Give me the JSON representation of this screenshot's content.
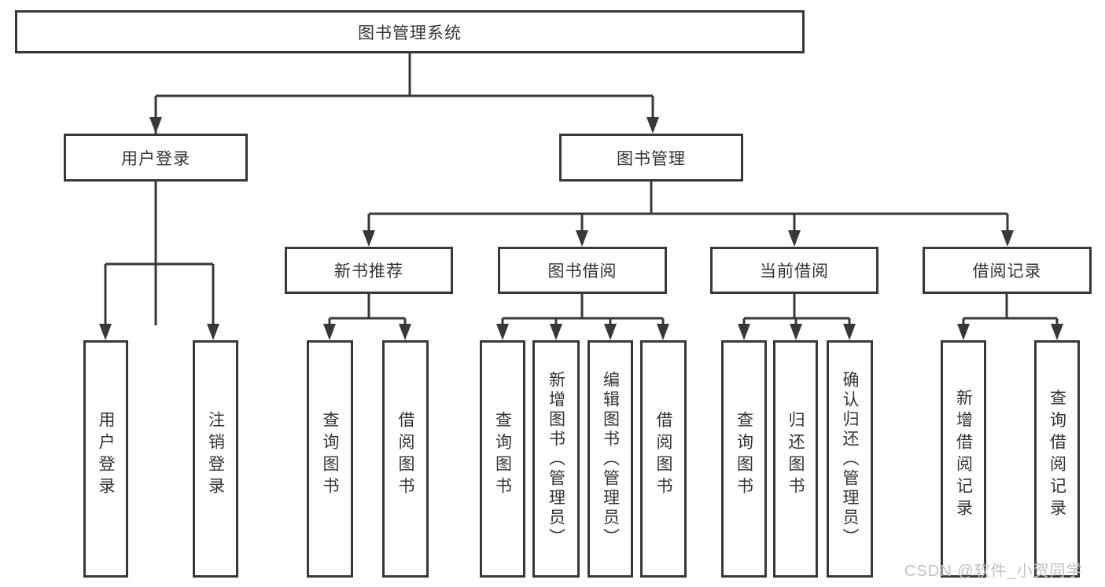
{
  "diagram": {
    "root_label": "图书管理系统",
    "level2": [
      "用户登录",
      "图书管理"
    ],
    "level3": [
      "新书推荐",
      "图书借阅",
      "当前借阅",
      "借阅记录"
    ],
    "leaves": {
      "user_login": [
        "用户登录",
        "注销登录"
      ],
      "new_book_recommend": [
        "查询图书",
        "借阅图书"
      ],
      "book_borrow": [
        "查询图书",
        "新增图书（管理员）",
        "编辑图书（管理员）",
        "借阅图书"
      ],
      "current_borrow": [
        "查询图书",
        "归还图书",
        "确认归还（管理员）"
      ],
      "borrow_record": [
        "新增借阅记录",
        "查询借阅记录"
      ]
    }
  },
  "colors": {
    "line": "#383838",
    "text": "#333333",
    "watermark": "#c2c2c2"
  },
  "watermark": {
    "text": "CSDN @软件_小贺同学"
  }
}
